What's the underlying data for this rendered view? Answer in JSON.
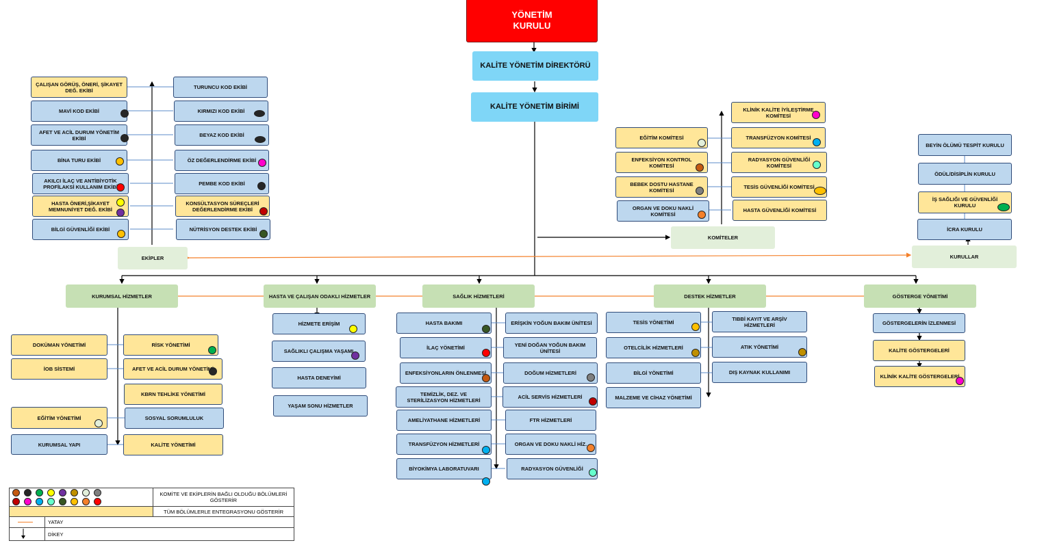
{
  "top": {
    "board": "YÖNETİM\nKURULU",
    "directorate": "KALİTE YÖNETİM DİREKTÖRÜ",
    "unit": "KALİTE YÖNETİM BİRİMİ"
  },
  "teams": {
    "label": "EKİPLER",
    "left": [
      "ÇALIŞAN GÖRÜŞ, ÖNERİ, ŞİKAYET DEĞ. EKİBİ",
      "MAVİ KOD EKİBİ",
      "AFET VE ACİL DURUM YÖNETİM EKİBİ",
      "BİNA TURU EKİBİ",
      "AKILCI İLAÇ VE ANTİBİYOTİK PROFİLAKSİ KULLANIM EKİBİ",
      "HASTA ÖNERİ,ŞİKAYET MEMNUNİYET DEĞ. EKİBİ",
      "BİLGİ GÜVENLİĞİ EKİBİ"
    ],
    "right": [
      "TURUNCU KOD EKİBİ",
      "KIRMIZI KOD EKİBİ",
      "BEYAZ KOD EKİBİ",
      "ÖZ DEĞERLENDİRME EKİBİ",
      "PEMBE KOD EKİBİ",
      "KONSÜLTASYON SÜREÇLERİ DEĞERLENDİRME EKİBİ",
      "NÜTRİSYON DESTEK EKİBİ"
    ]
  },
  "committees": {
    "label": "KOMİTELER",
    "left": [
      "EĞİTİM KOMİTESİ",
      "ENFEKSİYON KONTROL KOMİTESİ",
      "BEBEK DOSTU HASTANE KOMİTESİ",
      "ORGAN VE DOKU NAKLİ KOMİTESİ"
    ],
    "right": [
      "KLİNİK KALİTE İYİLEŞTİRME KOMİTESİ",
      "TRANSFÜZYON KOMİTESİ",
      "RADYASYON GÜVENLİĞİ KOMİTESİ",
      "TESİS GÜVENLİĞİ KOMİTESİ",
      "HASTA GÜVENLİĞİ KOMİTESİ"
    ]
  },
  "boards": {
    "label": "KURULLAR",
    "items": [
      "BEYİN ÖLÜMÜ TESPİT KURULU",
      "ÖDÜL/DİSİPLİN KURULU",
      "İŞ SAĞLIĞI VE GÜVENLİĞİ KURULU",
      "İCRA KURULU"
    ]
  },
  "services": {
    "corporate": {
      "label": "KURUMSAL HİZMETLER",
      "left": [
        "DOKÜMAN YÖNETİMİ",
        "İOB SİSTEMİ",
        "EĞİTİM YÖNETİMİ",
        "KURUMSAL YAPI"
      ],
      "right": [
        "RİSK YÖNETİMİ",
        "AFET VE ACİL DURUM YÖNETİMİ",
        "KBRN TEHLİKE YÖNETİMİ",
        "SOSYAL SORUMLULUK",
        "KALİTE YÖNETİMİ"
      ]
    },
    "patient": {
      "label": "HASTA VE ÇALIŞAN ODAKLI HİZMETLER",
      "items": [
        "HİZMETE ERİŞİM",
        "SAĞLIKLI ÇALIŞMA YAŞAMI",
        "HASTA DENEYİMİ",
        "YAŞAM SONU HİZMETLER"
      ]
    },
    "health": {
      "label": "SAĞLIK HİZMETLERİ",
      "left": [
        "HASTA BAKIMI",
        "İLAÇ YÖNETİMİ",
        "ENFEKSİYONLARIN ÖNLENMESİ",
        "TEMİZLİK, DEZ. VE STERİLİZASYON HİZMETLERİ",
        "AMELİYATHANE HİZMETLERİ",
        "TRANSFÜZYON HİZMETLERİ",
        "BİYOKİMYA LABORATUVARI"
      ],
      "right": [
        "ERİŞKİN YOĞUN BAKIM ÜNİTESİ",
        "YENİ DOĞAN YOĞUN BAKIM ÜNİTESİ",
        "DOĞUM HİZMETLERİ",
        "ACİL SERVİS HİZMETLERİ",
        "FTR HİZMETLERİ",
        "ORGAN VE DOKU NAKLİ HİZ.",
        "RADYASYON GÜVENLİĞİ"
      ]
    },
    "support": {
      "label": "DESTEK HİZMETLER",
      "left": [
        "TESİS YÖNETİMİ",
        "OTELCİLİK HİZMETLERİ",
        "BİLGİ YÖNETİMİ",
        "MALZEME VE CİHAZ YÖNETİMİ"
      ],
      "right": [
        "TIBBİ KAYIT VE ARŞİV HİZMETLERİ",
        "ATIK YÖNETİMİ",
        "DIŞ KAYNAK KULLANIMI"
      ]
    },
    "indicators": {
      "label": "GÖSTERGE YÖNETİMİ",
      "items": [
        "GÖSTERGELERİN İZLENMESİ",
        "KALİTE GÖSTERGELERİ",
        "KLİNİK KALİTE GÖSTERGELERİ"
      ]
    }
  },
  "legend": {
    "row1": "KOMİTE VE EKİPLERİN BAĞLI OLDUĞU BÖLÜMLERİ GÖSTERİR",
    "row2": "TÜM BÖLÜMLERLE ENTEGRASYONU GÖSTERİR",
    "horizontal": "YATAY",
    "vertical": "DİKEY",
    "dot_colors_row1": [
      "#c55a11",
      "#262626",
      "#00b050",
      "#ffff00",
      "#7030a0",
      "#bf8f00",
      "#e2efda",
      "#7f7f7f"
    ],
    "dot_colors_row2": [
      "#c00000",
      "#ff00cc",
      "#00b0f0",
      "#66ffcc",
      "#375623",
      "#ffc000",
      "#f4802a",
      "#ff0000"
    ]
  },
  "colors": {
    "red": "#ff0000",
    "cyan": "#7fd6f7",
    "blue": "#bdd7ee",
    "yellow": "#ffe699",
    "green": "#c6e0b4",
    "orange_line": "#f4802a"
  }
}
